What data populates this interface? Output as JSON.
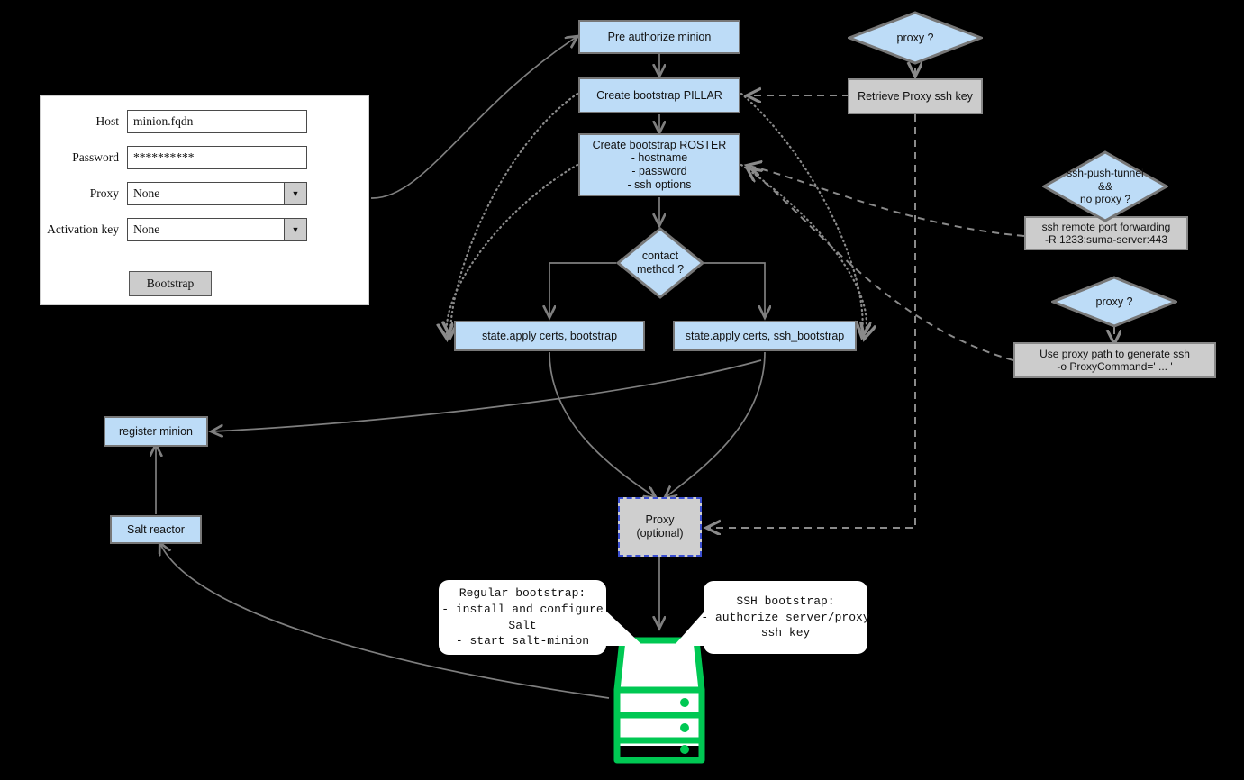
{
  "form": {
    "title": "bootstrap-form",
    "fields": [
      {
        "label": "Host",
        "type": "text",
        "value": "minion.fqdn",
        "placeholder": ""
      },
      {
        "label": "Password",
        "type": "password",
        "value": "**********",
        "placeholder": ""
      },
      {
        "label": "Proxy",
        "type": "select",
        "value": "None",
        "arrow": "▼"
      },
      {
        "label": "Activation key",
        "type": "select",
        "value": "None",
        "arrow": "▼"
      }
    ],
    "submit_label": "Bootstrap"
  },
  "nodes": {
    "pre_authorize": "Pre authorize minion",
    "create_pillar": "Create bootstrap PILLAR",
    "create_roster": "Create bootstrap ROSTER\n- hostname\n- password\n- ssh options",
    "contact_method": "contact\nmethod ?",
    "state_apply_bootstrap": "state.apply certs, bootstrap",
    "state_apply_ssh_bootstrap": "state.apply certs, ssh_bootstrap",
    "register_minion": "register minion",
    "salt_reactor": "Salt reactor",
    "proxy_optional": "Proxy\n(optional)",
    "proxy_q_top": "proxy ?",
    "retrieve_proxy_key": "Retrieve Proxy ssh key",
    "ssh_push_tunnel_q": "ssh-push-tunnel\n&&\nno proxy ?",
    "ssh_remote_forward": "ssh remote port forwarding\n-R 1233:suma-server:443",
    "proxy_q_bottom": "proxy ?",
    "use_proxy_path": "Use proxy path to generate ssh\n-o ProxyCommand=' ... '"
  },
  "callouts": {
    "regular": "Regular bootstrap:\n- install and configure\nSalt\n- start salt-minion",
    "ssh": "SSH bootstrap:\n- authorize server/proxy\nssh key"
  },
  "icons": {
    "server": "server-icon",
    "dropdown": "chevron-down-icon"
  },
  "colors": {
    "node_blue": "#bddcf7",
    "node_grey": "#cccccc",
    "border_grey": "#777777",
    "wire": "#7f7f7f",
    "proxy_dash": "#3b4fd0",
    "server_green": "#00c853",
    "background": "#000000"
  }
}
